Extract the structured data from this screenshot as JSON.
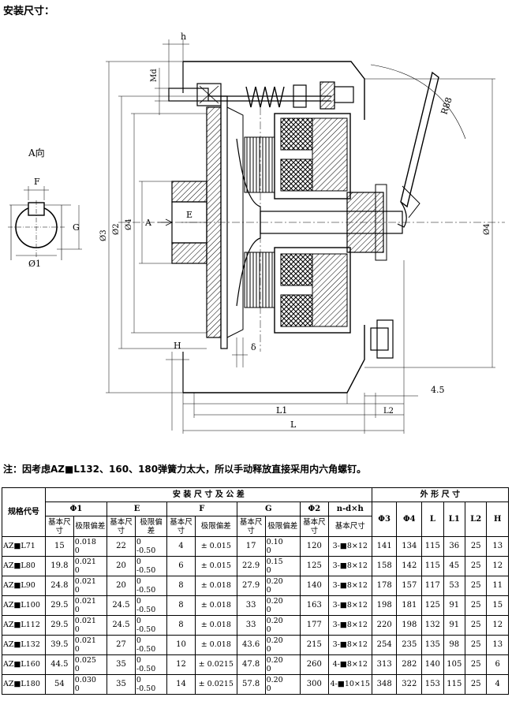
{
  "heading": "安装尺寸：",
  "note": "注：因考虑AZ■L132、160、180弹簧力太大，所以手动释放直接采用内六角螺钉。",
  "drawing": {
    "labels": {
      "view": "A向",
      "F": "F",
      "G": "G",
      "phi1": "Ø1",
      "h": "h",
      "Md": "Md",
      "E": "E",
      "A": "A",
      "phi3": "Ø3",
      "phi2": "Ø2",
      "phi4_left": "Ø4",
      "phi4_right": "Ø4",
      "R88": "R88",
      "H": "H",
      "delta": "δ",
      "dim45": "4.5",
      "L1": "L1",
      "L2": "L2",
      "L": "L"
    }
  },
  "table": {
    "header_row1": {
      "model": "规格代号",
      "install": "安 装 尺 寸 及 公 差",
      "outer": "外 形 尺 寸"
    },
    "header_row2": [
      "Φ1",
      "E",
      "F",
      "G",
      "Φ2",
      "n-d×h",
      "Φ3",
      "Φ4",
      "L",
      "L1",
      "L2",
      "H"
    ],
    "header_row3": {
      "basic": "基本尺寸",
      "tolerance": "极限偏差"
    },
    "rows": [
      {
        "model": "AZ■L71",
        "phi1": "15",
        "phi1_tol": [
          "0.018",
          "0"
        ],
        "e": "22",
        "e_tol": [
          "0",
          "-0.50"
        ],
        "f": "4",
        "f_tol": "± 0.015",
        "g": "17",
        "g_tol": [
          "0.10",
          "0"
        ],
        "phi2": "120",
        "nd": "3-■8×12",
        "phi3": "141",
        "phi4": "134",
        "l": "115",
        "l1": "36",
        "l2": "25",
        "h": "13"
      },
      {
        "model": "AZ■L80",
        "phi1": "19.8",
        "phi1_tol": [
          "0.021",
          "0"
        ],
        "e": "20",
        "e_tol": [
          "0",
          "-0.50"
        ],
        "f": "6",
        "f_tol": "± 0.015",
        "g": "22.9",
        "g_tol": [
          "0.15",
          "0"
        ],
        "phi2": "125",
        "nd": "3-■8×12",
        "phi3": "158",
        "phi4": "142",
        "l": "115",
        "l1": "45",
        "l2": "25",
        "h": "12"
      },
      {
        "model": "AZ■L90",
        "phi1": "24.8",
        "phi1_tol": [
          "0.021",
          "0"
        ],
        "e": "20",
        "e_tol": [
          "0",
          "-0.50"
        ],
        "f": "8",
        "f_tol": "± 0.018",
        "g": "27.9",
        "g_tol": [
          "0.20",
          "0"
        ],
        "phi2": "140",
        "nd": "3-■8×12",
        "phi3": "178",
        "phi4": "157",
        "l": "117",
        "l1": "53",
        "l2": "25",
        "h": "11"
      },
      {
        "model": "AZ■L100",
        "phi1": "29.5",
        "phi1_tol": [
          "0.021",
          "0"
        ],
        "e": "24.5",
        "e_tol": [
          "0",
          "-0.50"
        ],
        "f": "8",
        "f_tol": "± 0.018",
        "g": "33",
        "g_tol": [
          "0.20",
          "0"
        ],
        "phi2": "163",
        "nd": "3-■8×12",
        "phi3": "198",
        "phi4": "181",
        "l": "125",
        "l1": "91",
        "l2": "25",
        "h": "15"
      },
      {
        "model": "AZ■L112",
        "phi1": "29.5",
        "phi1_tol": [
          "0.021",
          "0"
        ],
        "e": "24.5",
        "e_tol": [
          "0",
          "-0.50"
        ],
        "f": "8",
        "f_tol": "± 0.018",
        "g": "33",
        "g_tol": [
          "0.20",
          "0"
        ],
        "phi2": "177",
        "nd": "3-■8×12",
        "phi3": "220",
        "phi4": "198",
        "l": "132",
        "l1": "91",
        "l2": "25",
        "h": "12"
      },
      {
        "model": "AZ■L132",
        "phi1": "39.5",
        "phi1_tol": [
          "0.021",
          "0"
        ],
        "e": "27",
        "e_tol": [
          "0",
          "-0.50"
        ],
        "f": "10",
        "f_tol": "± 0.018",
        "g": "43.6",
        "g_tol": [
          "0.20",
          "0"
        ],
        "phi2": "215",
        "nd": "3-■8×12",
        "phi3": "254",
        "phi4": "235",
        "l": "135",
        "l1": "98",
        "l2": "25",
        "h": "13"
      },
      {
        "model": "AZ■L160",
        "phi1": "44.5",
        "phi1_tol": [
          "0.025",
          "0"
        ],
        "e": "35",
        "e_tol": [
          "0",
          "-0.50"
        ],
        "f": "12",
        "f_tol": "± 0.0215",
        "g": "47.8",
        "g_tol": [
          "0.20",
          "0"
        ],
        "phi2": "260",
        "nd": "4-■8×12",
        "phi3": "313",
        "phi4": "282",
        "l": "140",
        "l1": "105",
        "l2": "25",
        "h": "6"
      },
      {
        "model": "AZ■L180",
        "phi1": "54",
        "phi1_tol": [
          "0.030",
          "0"
        ],
        "e": "35",
        "e_tol": [
          "0",
          "-0.50"
        ],
        "f": "14",
        "f_tol": "± 0.0215",
        "g": "57.8",
        "g_tol": [
          "0.20",
          "0"
        ],
        "phi2": "300",
        "nd": "4-■10×15",
        "phi3": "348",
        "phi4": "322",
        "l": "153",
        "l1": "115",
        "l2": "25",
        "h": "4"
      }
    ]
  }
}
